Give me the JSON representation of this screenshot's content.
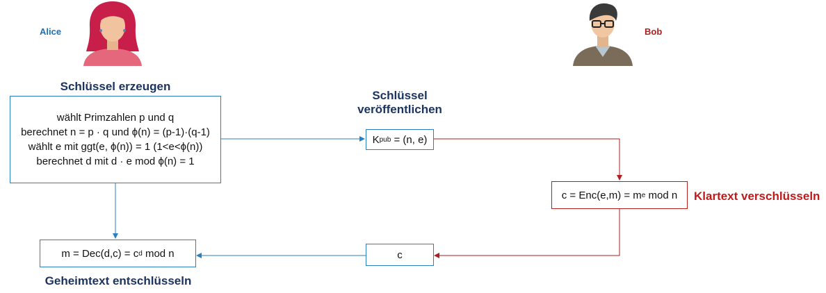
{
  "alice": {
    "name": "Alice"
  },
  "bob": {
    "name": "Bob"
  },
  "headings": {
    "generate": "Schlüssel erzeugen",
    "publish_line1": "Schlüssel",
    "publish_line2": "veröffentlichen",
    "encrypt": "Klartext verschlüsseln",
    "decrypt": "Geheimtext entschlüsseln"
  },
  "keygen_box": {
    "lines": [
      "wählt Primzahlen p und q",
      "berechnet  n = p · q und ϕ(n) = (p-1)·(q-1)",
      "wählt e mit ggt(e, ϕ(n)) = 1 (1<e<ϕ(n))",
      "berechnet  d mit d · e mod ϕ(n) = 1"
    ]
  },
  "public_key_box": {
    "k": "K",
    "sub": "pub",
    "rest": " = (n, e)"
  },
  "encrypt_box": {
    "text": "c = Enc(e,m) = m",
    "sup": "e",
    "rest": " mod n"
  },
  "cipher_box": {
    "text": "c"
  },
  "decrypt_box": {
    "text": "m = Dec(d,c) = c",
    "sup": "d",
    "rest": " mod n"
  },
  "colors": {
    "blue": "#2a7fc0",
    "red": "#b01e1e",
    "navy": "#1c3460"
  }
}
